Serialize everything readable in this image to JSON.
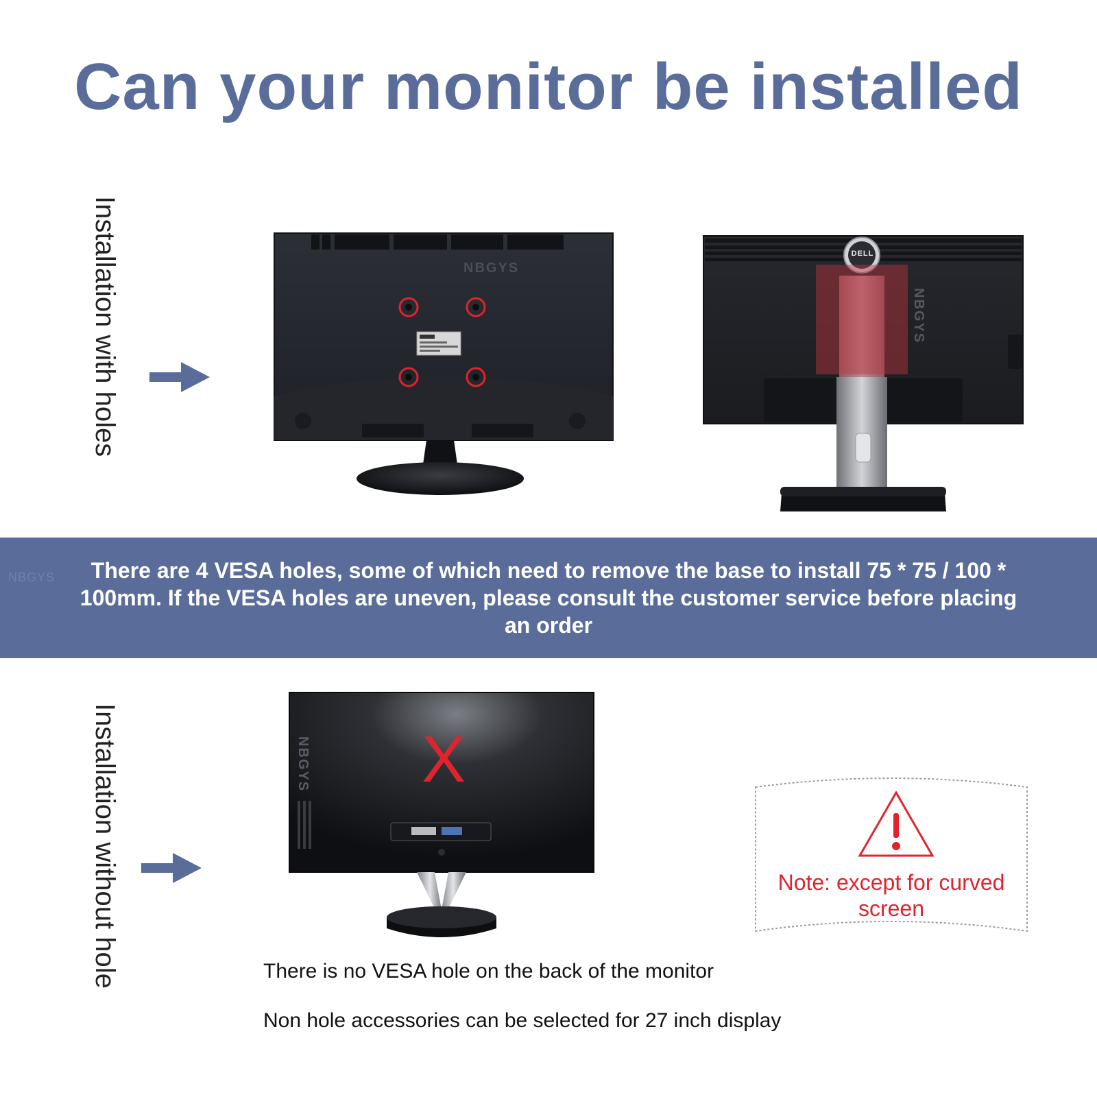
{
  "title": "Can your monitor be installed",
  "section_with_holes": {
    "label": "Installation with holes",
    "watermark_1": "NBGYS",
    "watermark_2": "NBGYS",
    "brand_logo": "DELL"
  },
  "banner": {
    "watermark": "NBGYS",
    "text": "There are 4 VESA holes, some of which need to remove the base to install 75 * 75 / 100 * 100mm. If the VESA holes are uneven, please consult the customer service before placing an order"
  },
  "section_without_hole": {
    "label": "Installation without hole",
    "watermark": "NBGYS",
    "cross_mark": "X",
    "captions": [
      "There is no VESA hole on the back of the monitor",
      "Non hole accessories can be selected for 27 inch display"
    ]
  },
  "note": {
    "icon": "warning-triangle-icon",
    "text": "Note: except for curved screen"
  },
  "colors": {
    "accent": "#5a6d9a",
    "warning": "#e0242d"
  }
}
